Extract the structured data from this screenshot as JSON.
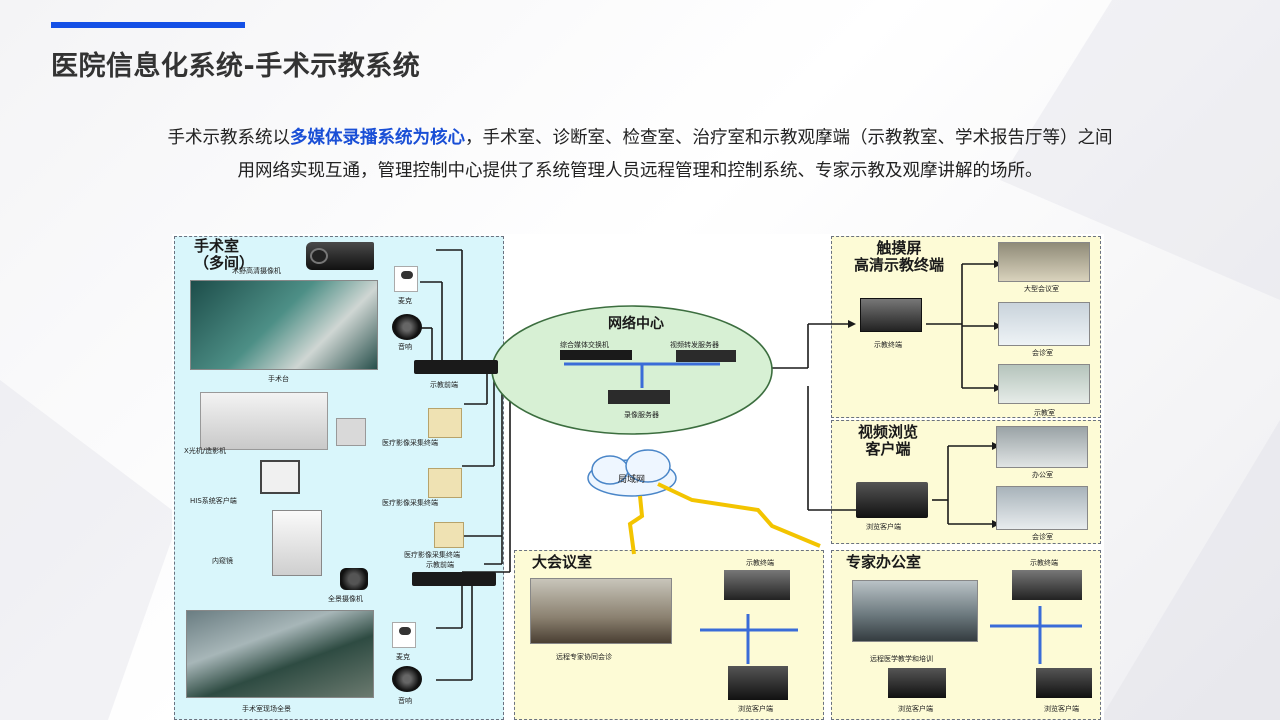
{
  "header": {
    "title": "医院信息化系统-手术示教系统"
  },
  "intro": {
    "line1_before": "手术示教系统以",
    "line1_highlight": "多媒体录播系统为核心",
    "line1_after": "，手术室、诊断室、检查室、治疗室和示教观摩端（示教教室、学术报告厅等）之间",
    "line2": "用网络实现互通，管理控制中心提供了系统管理人员远程管理和控制系统、专家示教及观摩讲解的场所。"
  },
  "diagram": {
    "or": {
      "title_line1": "手术室",
      "title_line2": "（多间）",
      "camera_label": "术野高清摄像机",
      "mic1_label": "麦克",
      "speaker1_label": "音响",
      "encoder1_label": "示教前端",
      "table_label": "手术台",
      "xray_label": "X光机/造影机",
      "collector1_label": "医疗影像采集终端",
      "his_label": "HIS系统客户端",
      "collector2_label": "医疗影像采集终端",
      "endoscope_label": "内窥镜",
      "collector3_label": "医疗影像采集终端",
      "encoder2_label": "示教前端",
      "panorama_label": "全景摄像机",
      "scene_label": "手术室现场全景",
      "mic2_label": "麦克",
      "speaker2_label": "音响"
    },
    "network": {
      "title": "网络中心",
      "switch_label": "综合媒体交换机",
      "relay_label": "视频转发服务器",
      "record_label": "录像服务器"
    },
    "lan": {
      "label": "局域网"
    },
    "touch": {
      "title_line1": "触摸屏",
      "title_line2": "高清示教终端",
      "terminal_label": "示教终端",
      "room1_label": "大型会议室",
      "room2_label": "会诊室",
      "room3_label": "示教室"
    },
    "browse": {
      "title_line1": "视频浏览",
      "title_line2": "客户端",
      "client_label": "浏览客户端",
      "room1_label": "办公室",
      "room2_label": "会诊室"
    },
    "conference": {
      "title": "大会议室",
      "terminal_label": "示教终端",
      "photo_label": "远程专家协同会诊",
      "client_label": "浏览客户端"
    },
    "expert": {
      "title": "专家办公室",
      "terminal_label": "示教终端",
      "photo_label": "远程医学教学和培训",
      "client1_label": "浏览客户端",
      "client2_label": "浏览客户端"
    }
  }
}
